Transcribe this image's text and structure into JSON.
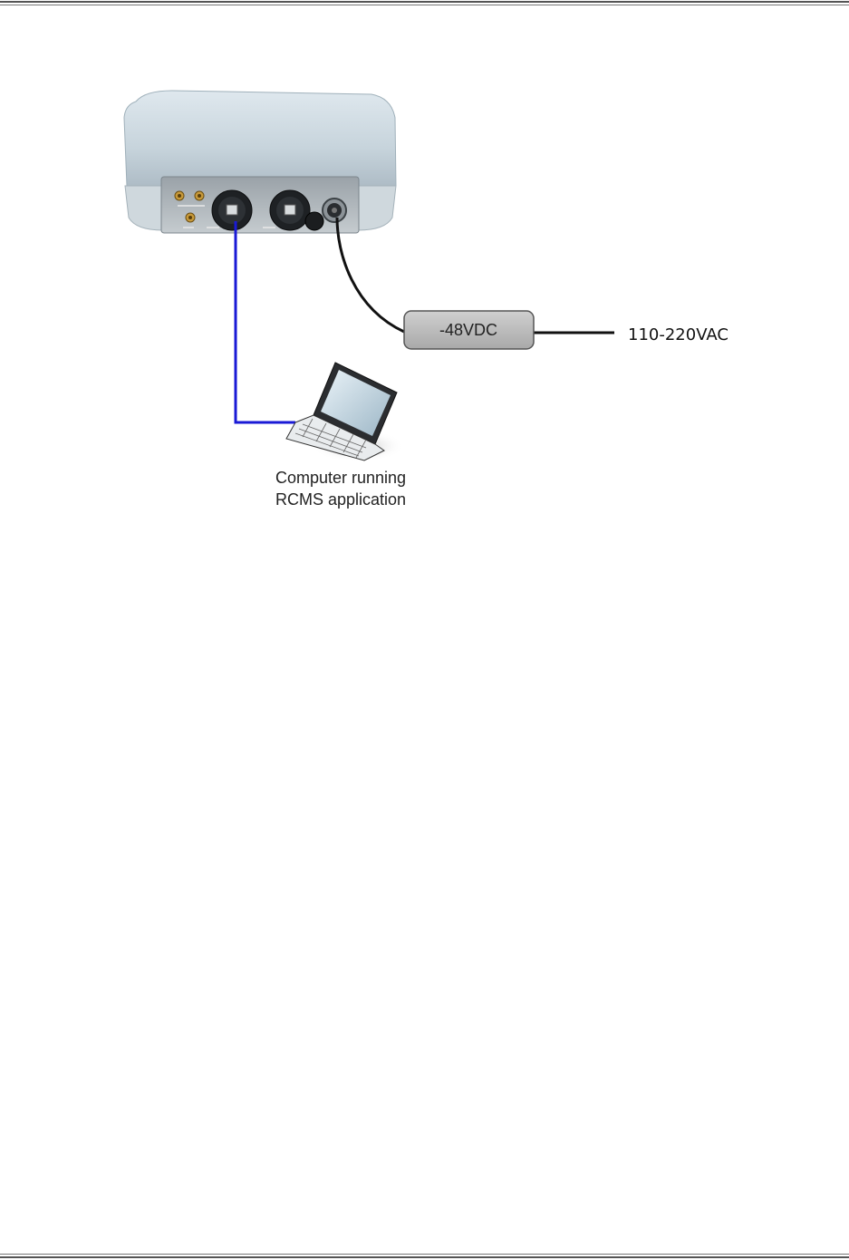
{
  "diagram": {
    "power_supply_label": "-48VDC",
    "ac_input_label": "110-220VAC",
    "computer_label_line1": "Computer running",
    "computer_label_line2": "RCMS application"
  },
  "colors": {
    "ethernet_cable": "#1a1ad6",
    "power_cable": "#111111",
    "psu_fill": "#bdbdbd",
    "device_body": "#c9d6de"
  },
  "icons": [
    "outdoor-unit-device",
    "laptop-icon",
    "power-supply-box"
  ]
}
